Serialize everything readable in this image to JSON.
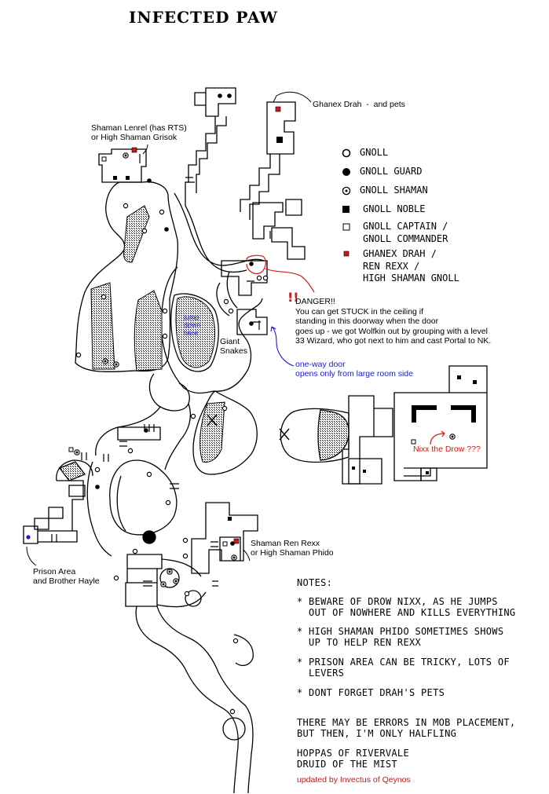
{
  "title": "INFECTED PAW",
  "legend": [
    {
      "icon": "ring",
      "label": "GNOLL"
    },
    {
      "icon": "filled-circle",
      "label": "GNOLL GUARD"
    },
    {
      "icon": "dotted-circle",
      "label": "GNOLL SHAMAN"
    },
    {
      "icon": "filled-square",
      "label": "GNOLL NOBLE"
    },
    {
      "icon": "empty-square",
      "label": "GNOLL CAPTAIN /\nGNOLL COMMANDER"
    },
    {
      "icon": "red-square",
      "label": "GHANEX DRAH /\nREN REXX /\nHIGH SHAMAN GNOLL"
    }
  ],
  "labels": {
    "ghanex": "Ghanex Drah  -  and pets",
    "lenrel": "Shaman Lenrel (has RTS)\nor High Shaman Grisok",
    "danger_mark": "!!",
    "danger": "DANGER!!\nYou can get STUCK in the ceiling if\nstanding in this doorway when the door\ngoes up - we got Wolfkin out by grouping with a level\n33 Wizard, who got next to him and cast Portal to NK.",
    "jump_down": "jump\ndown\nhere",
    "giant_snakes": "Giant\nSnakes",
    "oneway": "one-way door\nopens only from large room side",
    "nixx": "Nixx the Drow ???",
    "ren_rexx": "Shaman Ren Rexx\nor High Shaman Phido",
    "prison": "Prison Area\nand Brother Hayle"
  },
  "notes": {
    "heading": "NOTES:",
    "items": [
      "* BEWARE OF DROW NIXX, AS HE JUMPS\n  OUT OF NOWHERE AND KILLS EVERYTHING",
      "* HIGH SHAMAN PHIDO SOMETIMES SHOWS\n  UP TO HELP REN REXX",
      "* PRISON AREA CAN BE TRICKY, LOTS OF\n  LEVERS",
      "* DONT FORGET DRAH'S PETS"
    ],
    "errors": "THERE MAY BE ERRORS IN MOB PLACEMENT,\nBUT THEN, I'M ONLY HALFLING",
    "author": "HOPPAS OF RIVERVALE\nDRUID OF THE MIST",
    "updated": "updated by Invectus of Qeynos"
  },
  "colors": {
    "ink": "#000000",
    "hatch": "#000000",
    "blue_note": "#1a1ad0",
    "red_note": "#d01818"
  }
}
